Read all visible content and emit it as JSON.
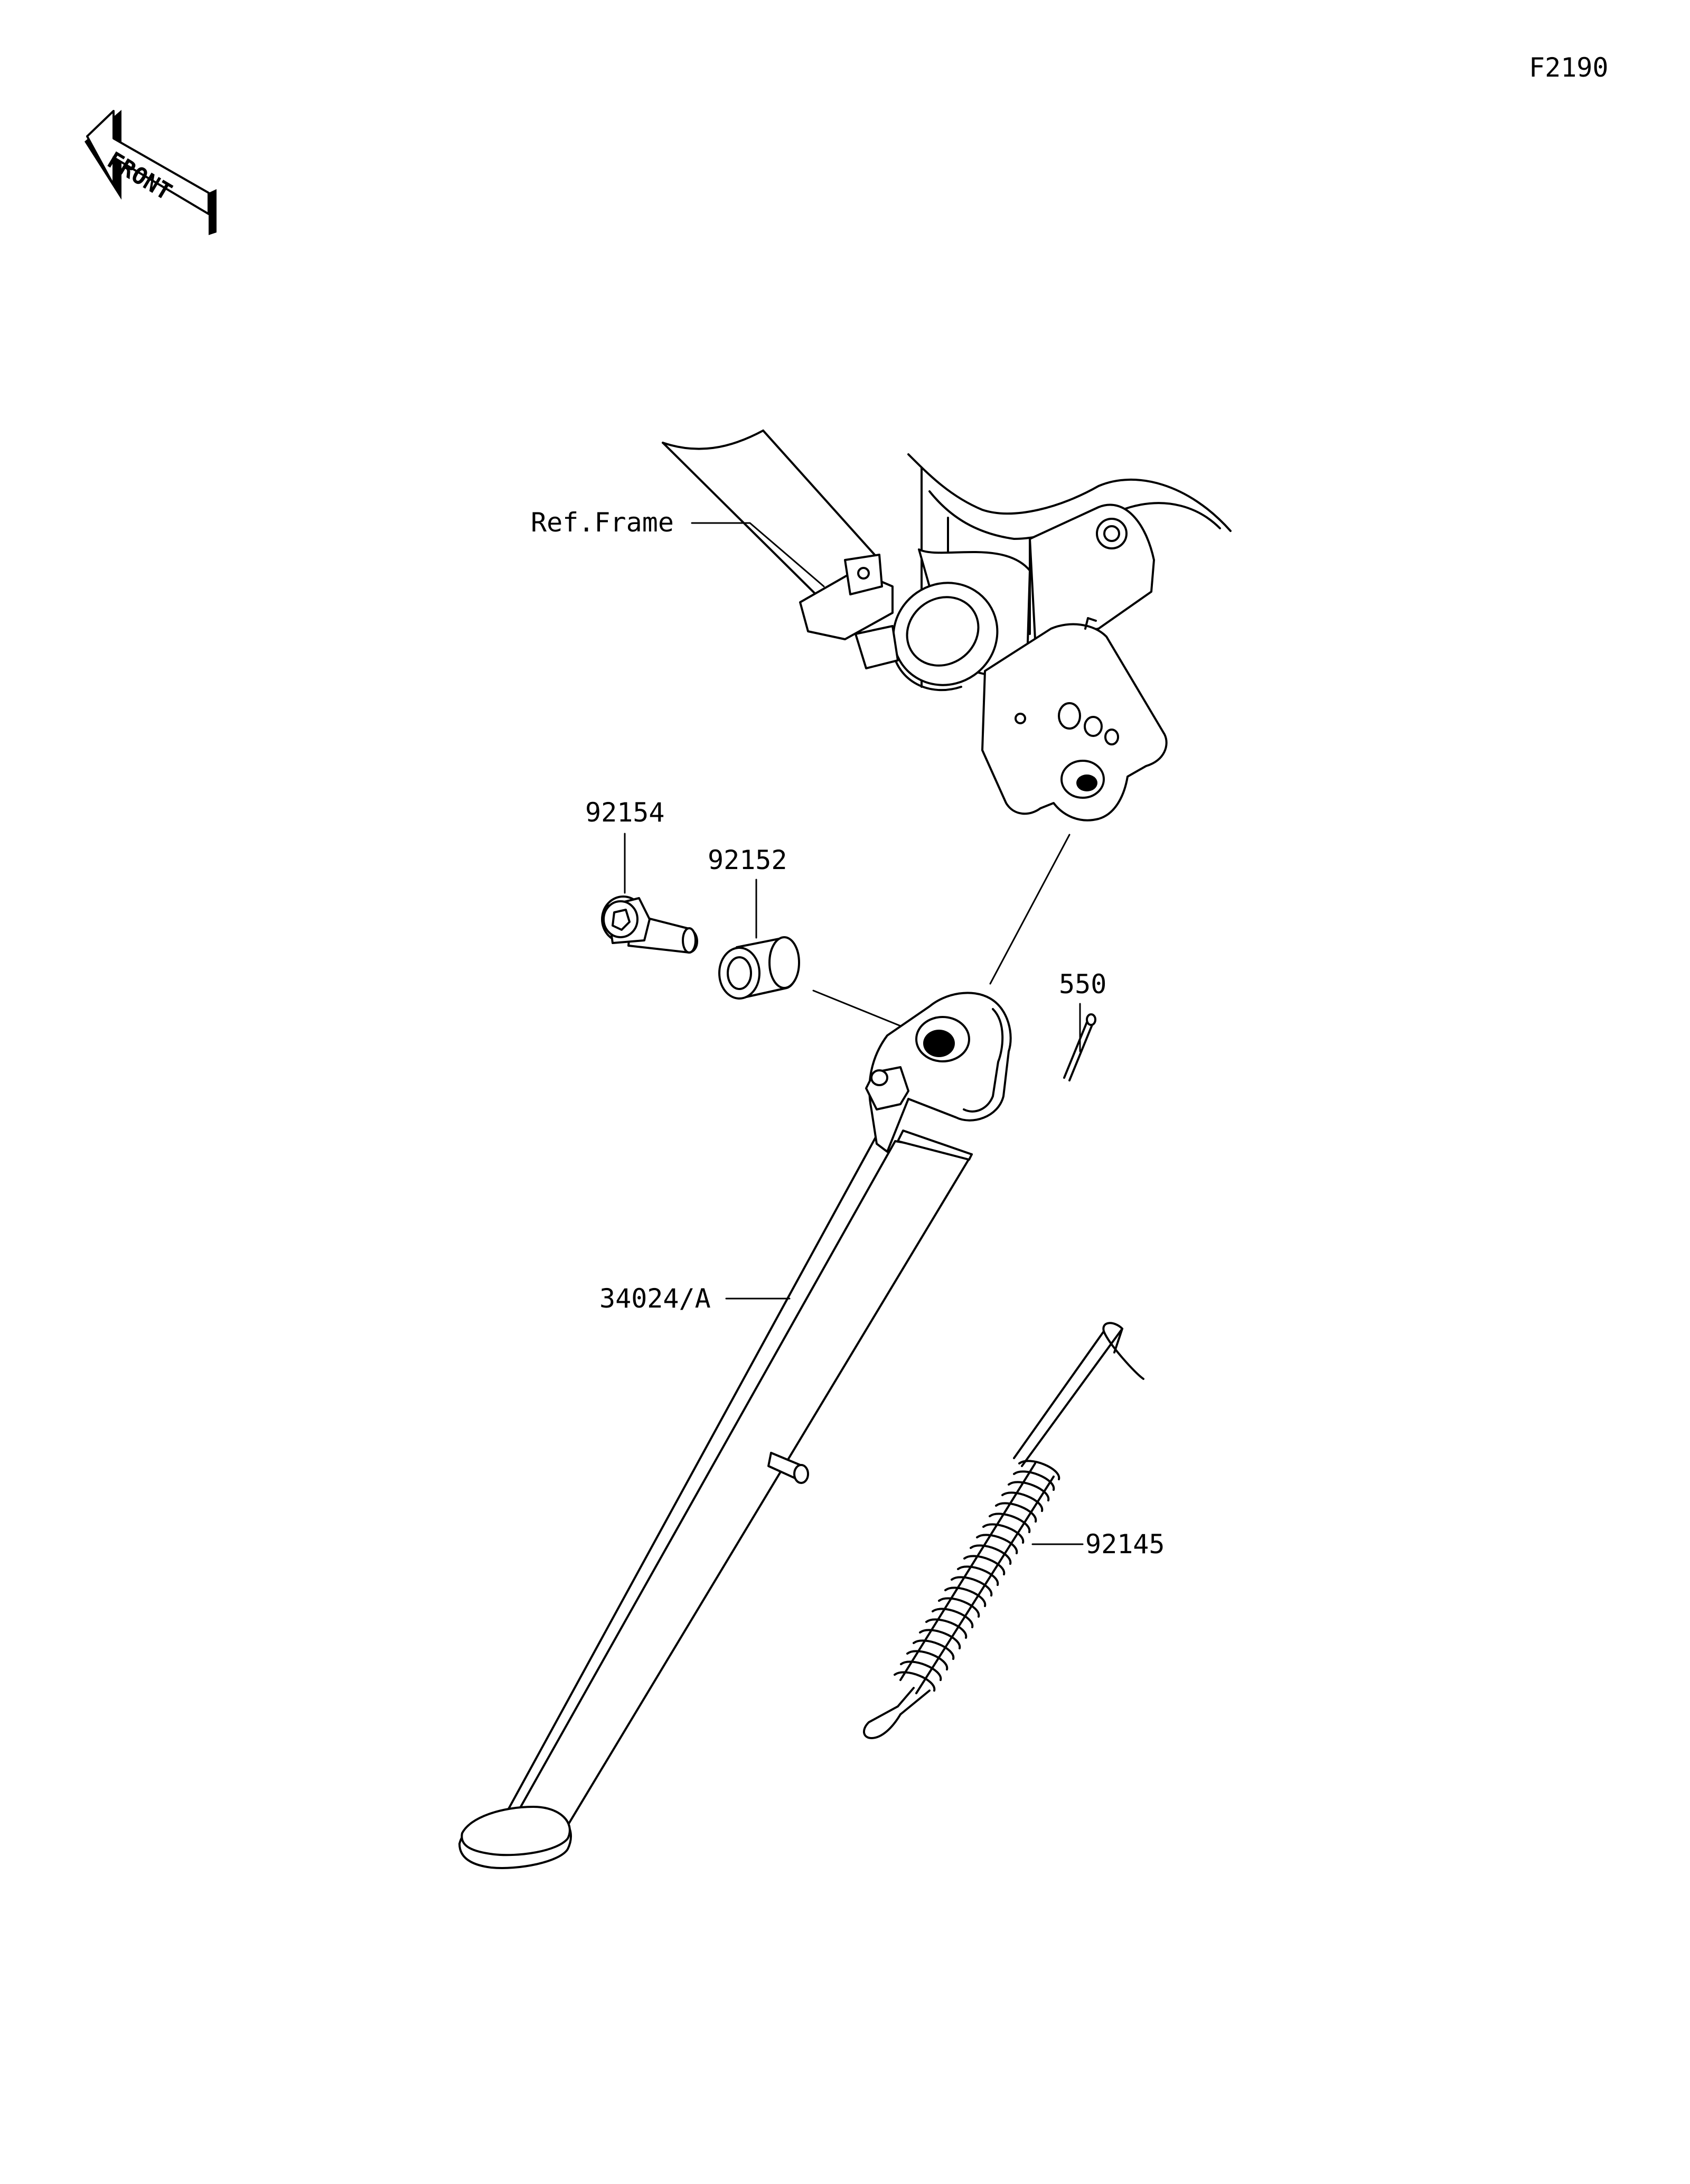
{
  "figure_code": "F2190",
  "front_label": "FRONT",
  "callouts": {
    "ref_frame": "Ref.Frame",
    "bolt": "92154",
    "collar": "92152",
    "cotter_pin": "550",
    "side_stand": "34024/A",
    "spring": "92145"
  }
}
